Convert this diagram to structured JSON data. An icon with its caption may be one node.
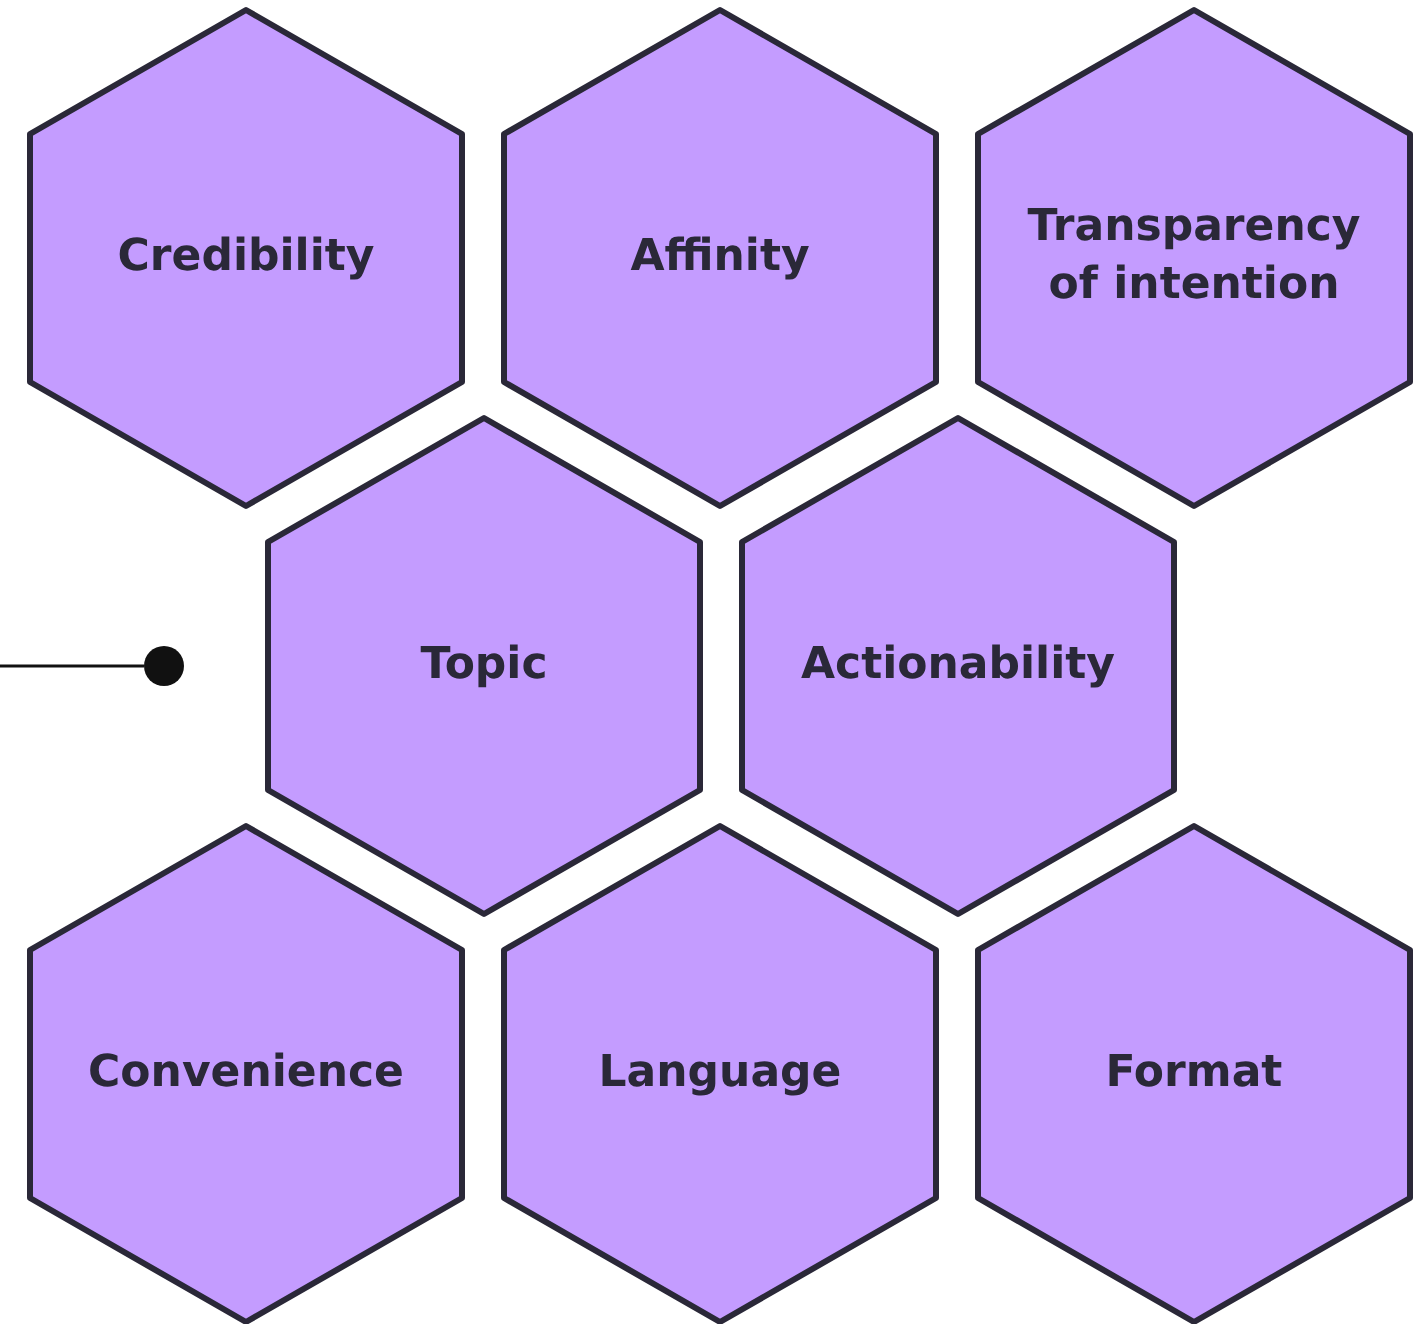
{
  "diagram": {
    "nodes": [
      {
        "text": [
          "Credibility"
        ]
      },
      {
        "text": [
          "Affinity"
        ]
      },
      {
        "text": [
          "Transparency of intention"
        ]
      },
      {
        "text": [
          "Topic"
        ]
      },
      {
        "text": [
          "Actionability"
        ]
      },
      {
        "text": [
          "Convenience"
        ]
      },
      {
        "text": [
          "Language"
        ]
      },
      {
        "text": [
          "Format"
        ]
      },
      {
        "text": [],
        "shape": "circle"
      }
    ],
    "edges": [
      {
        "from": null,
        "to": 8,
        "arrow": "none"
      }
    ]
  }
}
